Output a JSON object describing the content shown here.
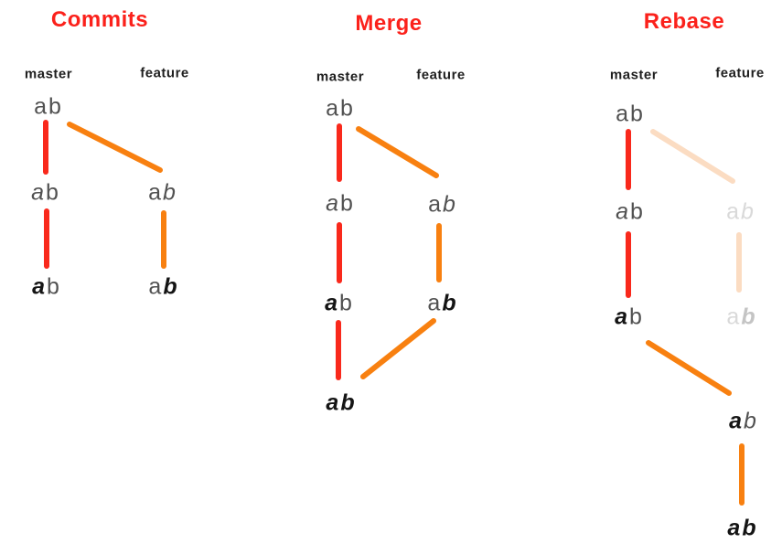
{
  "colors": {
    "title_red": "#fb211b",
    "master_line": "#f9291c",
    "feature_line": "#f88010",
    "feature_line_faded": "#fbdcc2",
    "label_black": "#1f1f1f",
    "node_gray": "#515151",
    "node_black": "#141414",
    "node_faded": "#d9d9d9",
    "node_faded_bold": "#c4c4c4"
  },
  "panels": [
    {
      "title": "Commits",
      "labels": {
        "master": "master",
        "feature": "feature"
      },
      "nodes": {
        "m1": {
          "a": "a",
          "b": "b"
        },
        "m2": {
          "a": "a",
          "b": "b"
        },
        "m3": {
          "a": "a",
          "b": "b"
        },
        "f1": {
          "a": "a",
          "b": "b"
        },
        "f2": {
          "a": "a",
          "b": "b"
        }
      }
    },
    {
      "title": "Merge",
      "labels": {
        "master": "master",
        "feature": "feature"
      },
      "nodes": {
        "m1": {
          "a": "a",
          "b": "b"
        },
        "m2": {
          "a": "a",
          "b": "b"
        },
        "m3": {
          "a": "a",
          "b": "b"
        },
        "m4": {
          "a": "a",
          "b": "b"
        },
        "f1": {
          "a": "a",
          "b": "b"
        },
        "f2": {
          "a": "a",
          "b": "b"
        }
      }
    },
    {
      "title": "Rebase",
      "labels": {
        "master": "master",
        "feature": "feature"
      },
      "nodes": {
        "m1": {
          "a": "a",
          "b": "b"
        },
        "m2": {
          "a": "a",
          "b": "b"
        },
        "m3": {
          "a": "a",
          "b": "b"
        },
        "f1": {
          "a": "a",
          "b": "b"
        },
        "f2": {
          "a": "a",
          "b": "b"
        },
        "r1": {
          "a": "a",
          "b": "b"
        },
        "r2": {
          "a": "a",
          "b": "b"
        }
      }
    }
  ]
}
